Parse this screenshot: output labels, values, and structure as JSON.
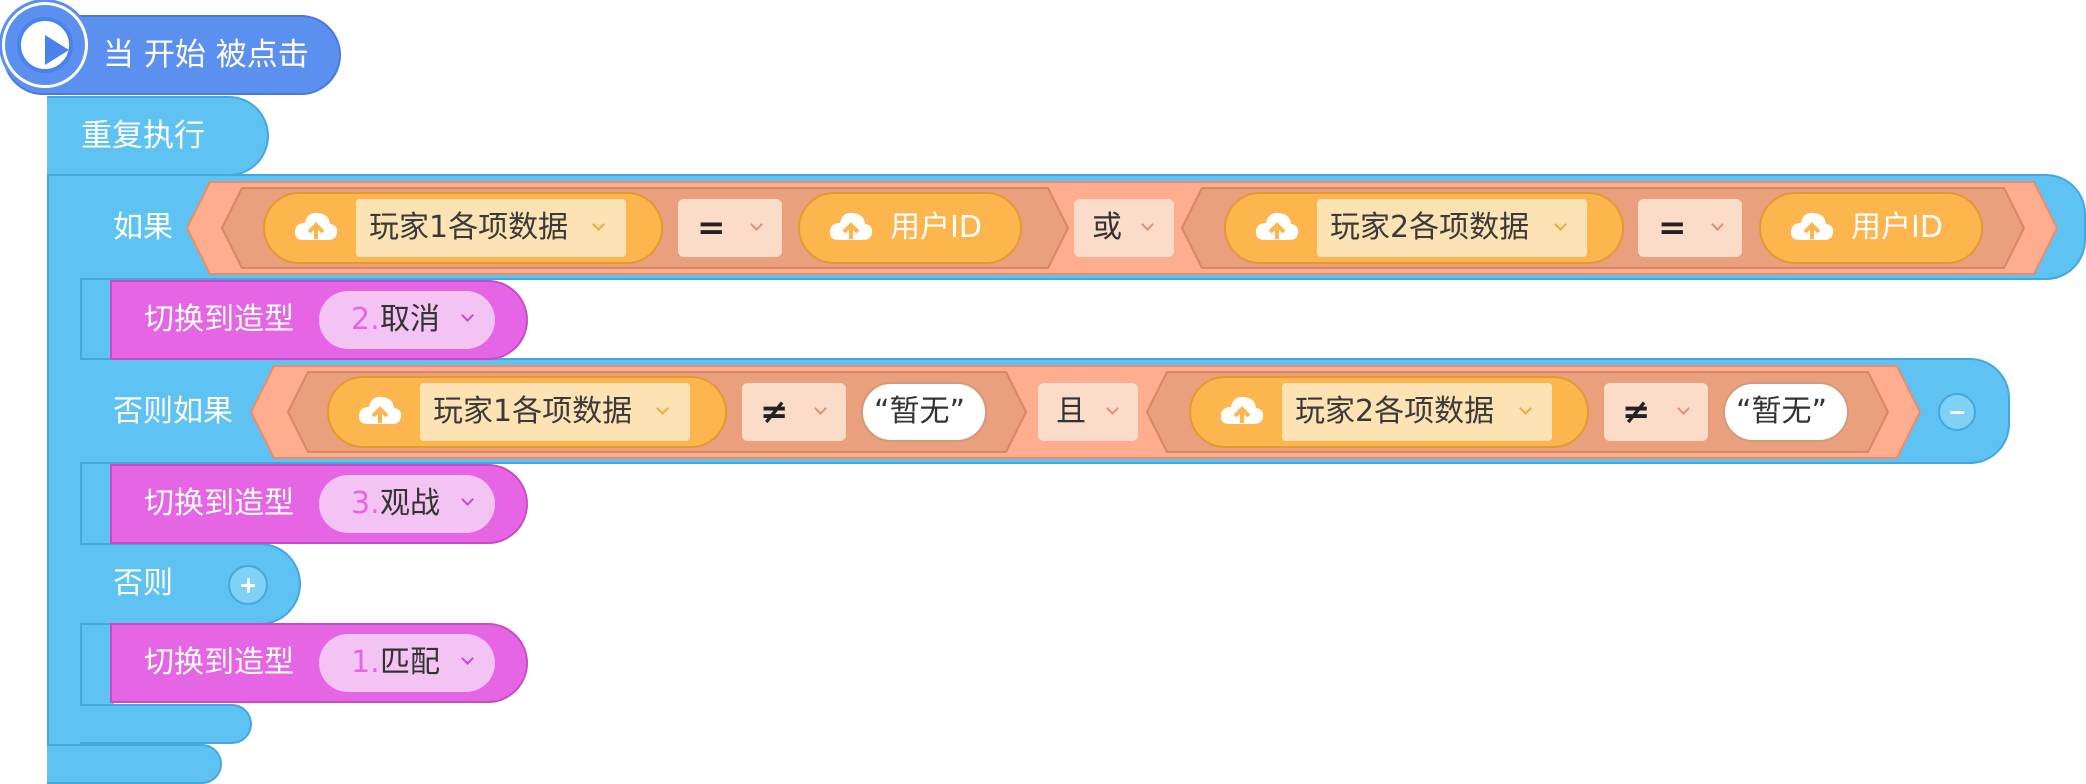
{
  "event": {
    "label": "当 开始 被点击",
    "icon": "play-icon"
  },
  "loop": {
    "label": "重复执行"
  },
  "if_block": {
    "if_label": "如果",
    "elseif_label": "否则如果",
    "else_label": "否则"
  },
  "cond1": {
    "left": {
      "data": "玩家1各项数据",
      "op": "=",
      "value": "用户ID"
    },
    "logic": "或",
    "right": {
      "data": "玩家2各项数据",
      "op": "=",
      "value": "用户ID"
    }
  },
  "cond2": {
    "left": {
      "data": "玩家1各项数据",
      "op": "≠",
      "value": "“暂无”"
    },
    "logic": "且",
    "right": {
      "data": "玩家2各项数据",
      "op": "≠",
      "value": "“暂无”"
    }
  },
  "costumes": [
    {
      "label": "切换到造型",
      "num": "2.",
      "name": "取消"
    },
    {
      "label": "切换到造型",
      "num": "3.",
      "name": "观战"
    },
    {
      "label": "切换到造型",
      "num": "1.",
      "name": "匹配"
    }
  ],
  "colors": {
    "event": "#5b8ff0",
    "control": "#5ec3f2",
    "looks": "#e565e5",
    "operator": "#ff9e7d",
    "data": "#fdb54d"
  }
}
